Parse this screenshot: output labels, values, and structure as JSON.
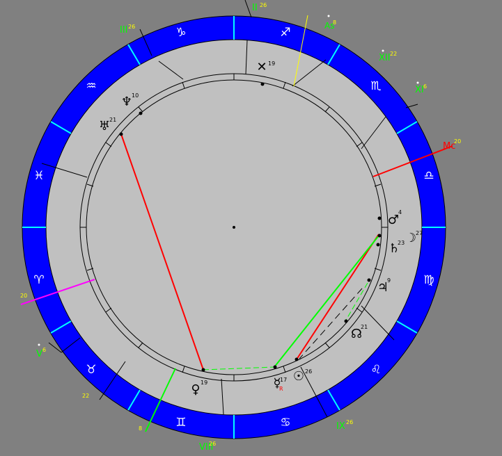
{
  "colors": {
    "background": "#808080",
    "zodiac_ring": "#0000ff",
    "zodiac_glyph": "#ffffff",
    "sign_divider": "#00ffff",
    "house_area": "#c0c0c0",
    "line": "#000000",
    "aspect_red": "#ff0000",
    "aspect_green": "#00ff00",
    "asc_marker": "#ff00ff",
    "mc_marker": "#ff0000",
    "ac_marker": "#ffff00",
    "house_label": "#00ff00",
    "degree_label": "#ffff00",
    "retrograde": "#ff0000"
  },
  "zodiac_signs": [
    {
      "glyph": "♑",
      "name": "capricorn-icon"
    },
    {
      "glyph": "♐",
      "name": "sagittarius-icon"
    },
    {
      "glyph": "♏",
      "name": "scorpio-icon"
    },
    {
      "glyph": "♎",
      "name": "libra-icon"
    },
    {
      "glyph": "♍",
      "name": "virgo-icon"
    },
    {
      "glyph": "♌",
      "name": "leo-icon"
    },
    {
      "glyph": "♋",
      "name": "cancer-icon"
    },
    {
      "glyph": "♊",
      "name": "gemini-icon"
    },
    {
      "glyph": "♉",
      "name": "taurus-icon"
    },
    {
      "glyph": "♈",
      "name": "aries-icon"
    },
    {
      "glyph": "♓",
      "name": "pisces-icon"
    },
    {
      "glyph": "♒",
      "name": "aquarius-icon"
    }
  ],
  "house_cusps": [
    {
      "numeral": "II",
      "degree": "26"
    },
    {
      "numeral": "As",
      "degree": "8"
    },
    {
      "numeral": "XII",
      "degree": "22"
    },
    {
      "numeral": "XI",
      "degree": "6"
    },
    {
      "numeral": "Mc",
      "degree": "20"
    },
    {
      "numeral": "IX",
      "degree": "26"
    },
    {
      "numeral": "VIII",
      "degree": "26"
    },
    {
      "numeral": "",
      "degree": "8"
    },
    {
      "numeral": "",
      "degree": "22"
    },
    {
      "numeral": "V",
      "degree": "6"
    },
    {
      "numeral": "",
      "degree": "20"
    },
    {
      "numeral": "III",
      "degree": "26"
    }
  ],
  "planets": [
    {
      "glyph": "♂",
      "name": "mars-icon",
      "degree": "4",
      "retrograde": ""
    },
    {
      "glyph": "☽",
      "name": "moon-icon",
      "degree": "27",
      "retrograde": ""
    },
    {
      "glyph": "♄",
      "name": "saturn-icon",
      "degree": "23",
      "retrograde": ""
    },
    {
      "glyph": "♃",
      "name": "jupiter-icon",
      "degree": "9",
      "retrograde": ""
    },
    {
      "glyph": "☊",
      "name": "node-icon",
      "degree": "21",
      "retrograde": ""
    },
    {
      "glyph": "☉",
      "name": "sun-icon",
      "degree": "26",
      "retrograde": ""
    },
    {
      "glyph": "☿",
      "name": "mercury-icon",
      "degree": "17",
      "retrograde": "R"
    },
    {
      "glyph": "♀",
      "name": "venus-icon",
      "degree": "19",
      "retrograde": ""
    },
    {
      "glyph": "♅",
      "name": "uranus-icon",
      "degree": "21",
      "retrograde": ""
    },
    {
      "glyph": "♆",
      "name": "neptune-icon",
      "degree": "10",
      "retrograde": ""
    },
    {
      "glyph": "✕",
      "name": "pluto-icon",
      "degree": "19",
      "retrograde": ""
    }
  ]
}
